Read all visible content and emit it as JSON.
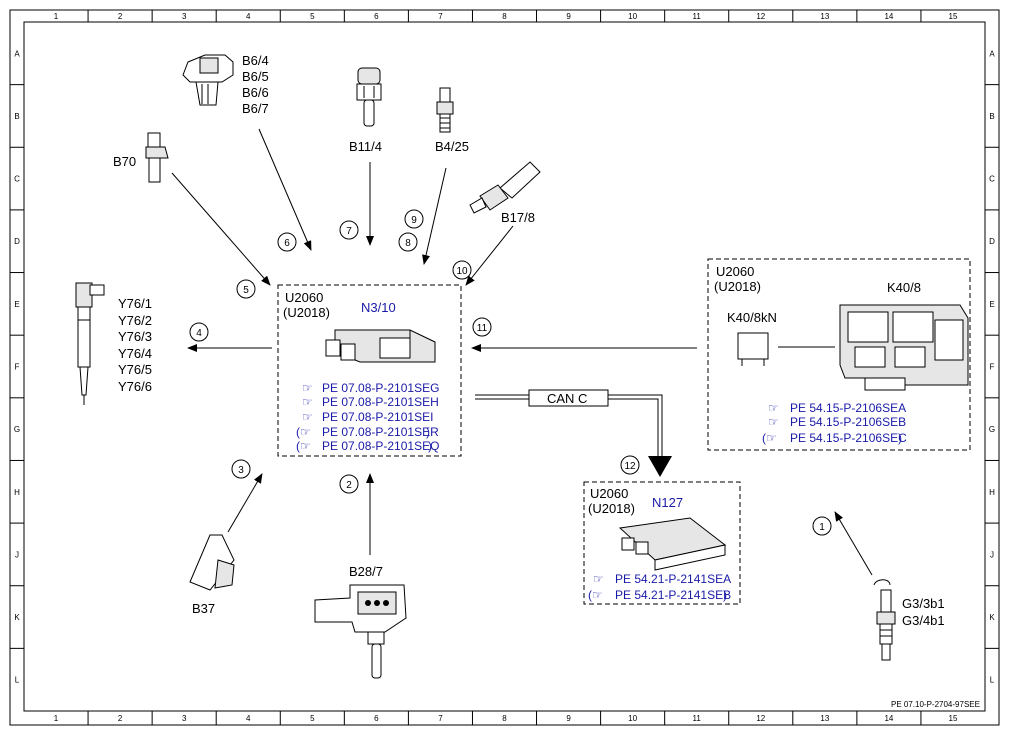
{
  "frame": {
    "columns": [
      "1",
      "2",
      "3",
      "4",
      "5",
      "6",
      "7",
      "8",
      "9",
      "10",
      "11",
      "12",
      "13",
      "14",
      "15"
    ],
    "rows": [
      "A",
      "B",
      "C",
      "D",
      "E",
      "F",
      "G",
      "H",
      "J",
      "K",
      "L"
    ],
    "doc_ref": "PE 07.10-P-2704-97SEE"
  },
  "ecu": {
    "bus1": "U2060",
    "bus2": "(U2018)",
    "name": "N3/10",
    "refs": [
      "PE 07.08-P-2101SEG",
      "PE 07.08-P-2101SEH",
      "PE 07.08-P-2101SEI",
      "PE 07.08-P-2101SER",
      "PE 07.08-P-2101SEQ"
    ]
  },
  "n127": {
    "bus1": "U2060",
    "bus2": "(U2018)",
    "name": "N127",
    "refs": [
      "PE 54.21-P-2141SEA",
      "PE 54.21-P-2141SEB"
    ]
  },
  "k40": {
    "bus1": "U2060",
    "bus2": "(U2018)",
    "relay": "K40/8kN",
    "module": "K40/8",
    "refs": [
      "PE 54.15-P-2106SEA",
      "PE 54.15-P-2106SEB",
      "PE 54.15-P-2106SEC"
    ]
  },
  "can": "CAN C",
  "components": {
    "b6": [
      "B6/4",
      "B6/5",
      "B6/6",
      "B6/7"
    ],
    "b11": "B11/4",
    "b4": "B4/25",
    "b70": "B70",
    "b17": "B17/8",
    "y76": [
      "Y76/1",
      "Y76/2",
      "Y76/3",
      "Y76/4",
      "Y76/5",
      "Y76/6"
    ],
    "b37": "B37",
    "b28": "B28/7",
    "g3": [
      "G3/3b1",
      "G3/4b1"
    ]
  },
  "callouts": [
    "1",
    "2",
    "3",
    "4",
    "5",
    "6",
    "7",
    "8",
    "9",
    "10",
    "11",
    "12"
  ]
}
